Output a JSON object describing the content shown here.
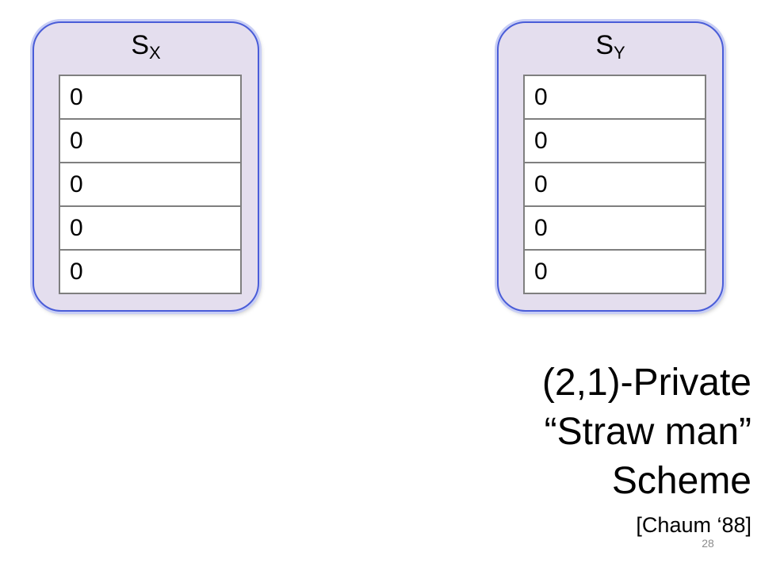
{
  "servers": [
    {
      "label_main": "S",
      "label_sub": "X",
      "cells": [
        "0",
        "0",
        "0",
        "0",
        "0"
      ]
    },
    {
      "label_main": "S",
      "label_sub": "Y",
      "cells": [
        "0",
        "0",
        "0",
        "0",
        "0"
      ]
    }
  ],
  "title": {
    "line1": "(2,1)-Private",
    "line2": "“Straw man”",
    "line3": "Scheme",
    "citation": "[Chaum ‘88]"
  },
  "slide_number": "28",
  "colors": {
    "server_fill": "#e4deee",
    "server_border": "#4a5dd8",
    "cell_border": "#7f7f7f"
  }
}
